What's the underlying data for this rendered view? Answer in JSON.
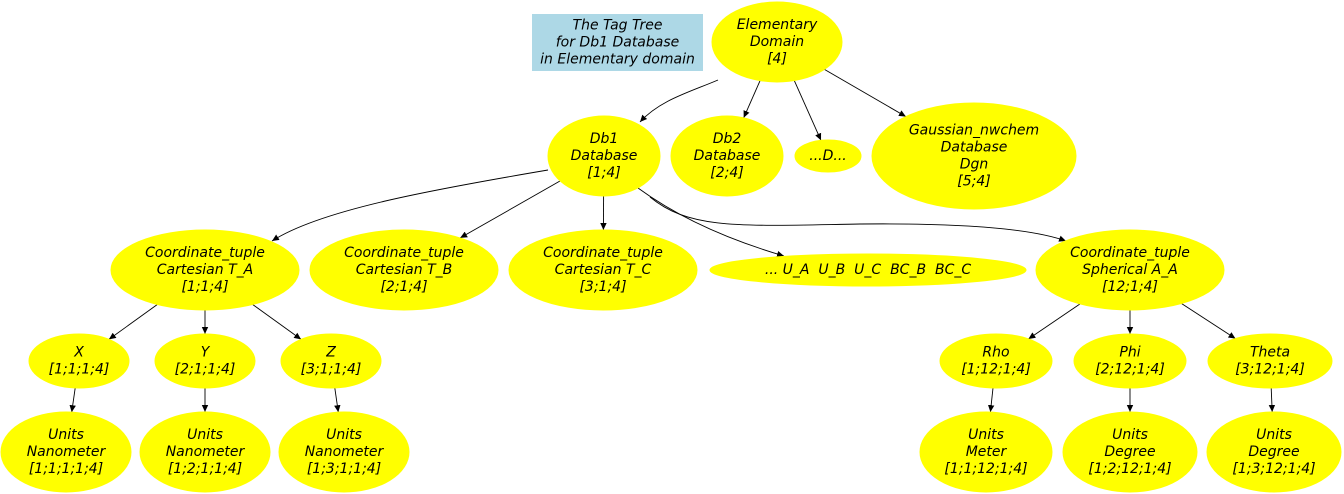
{
  "title": {
    "lines": [
      "The Tag Tree",
      "for Db1 Database",
      "in Elementary domain"
    ],
    "bg_color": "#add8e6"
  },
  "node_color": "#ffff00",
  "nodes": [
    {
      "id": "elementary-domain",
      "lines": [
        "Elementary",
        "Domain",
        "[4]"
      ]
    },
    {
      "id": "db1-database",
      "lines": [
        "Db1",
        "Database",
        "[1;4]"
      ]
    },
    {
      "id": "db2-database",
      "lines": [
        "Db2",
        "Database",
        "[2;4]"
      ]
    },
    {
      "id": "ellipsis-d",
      "lines": [
        "...D..."
      ]
    },
    {
      "id": "gaussian-nwchem-database",
      "lines": [
        "Gaussian_nwchem",
        "Database",
        "Dgn",
        "[5;4]"
      ]
    },
    {
      "id": "coordinate-tuple-cartesian-t-a",
      "lines": [
        "Coordinate_tuple",
        "Cartesian T_A",
        "[1;1;4]"
      ]
    },
    {
      "id": "coordinate-tuple-cartesian-t-b",
      "lines": [
        "Coordinate_tuple",
        "Cartesian T_B",
        "[2;1;4]"
      ]
    },
    {
      "id": "coordinate-tuple-cartesian-t-c",
      "lines": [
        "Coordinate_tuple",
        "Cartesian T_C",
        "[3;1;4]"
      ]
    },
    {
      "id": "others-u-a-u-b-u-c-bc-b-bc-c",
      "lines": [
        "... U_A  U_B  U_C  BC_B  BC_C"
      ]
    },
    {
      "id": "coordinate-tuple-spherical-a-a",
      "lines": [
        "Coordinate_tuple",
        "Spherical A_A",
        "[12;1;4]"
      ]
    },
    {
      "id": "x",
      "lines": [
        "X",
        "[1;1;1;4]"
      ]
    },
    {
      "id": "y",
      "lines": [
        "Y",
        "[2;1;1;4]"
      ]
    },
    {
      "id": "z",
      "lines": [
        "Z",
        "[3;1;1;4]"
      ]
    },
    {
      "id": "rho",
      "lines": [
        "Rho",
        "[1;12;1;4]"
      ]
    },
    {
      "id": "phi",
      "lines": [
        "Phi",
        "[2;12;1;4]"
      ]
    },
    {
      "id": "theta",
      "lines": [
        "Theta",
        "[3;12;1;4]"
      ]
    },
    {
      "id": "units-nanometer-x",
      "lines": [
        "Units",
        "Nanometer",
        "[1;1;1;1;4]"
      ]
    },
    {
      "id": "units-nanometer-y",
      "lines": [
        "Units",
        "Nanometer",
        "[1;2;1;1;4]"
      ]
    },
    {
      "id": "units-nanometer-z",
      "lines": [
        "Units",
        "Nanometer",
        "[1;3;1;1;4]"
      ]
    },
    {
      "id": "units-meter-rho",
      "lines": [
        "Units",
        "Meter",
        "[1;1;12;1;4]"
      ]
    },
    {
      "id": "units-degree-phi",
      "lines": [
        "Units",
        "Degree",
        "[1;2;12;1;4]"
      ]
    },
    {
      "id": "units-degree-theta",
      "lines": [
        "Units",
        "Degree",
        "[1;3;12;1;4]"
      ]
    }
  ],
  "edges": [
    [
      "elementary-domain",
      "db1-database"
    ],
    [
      "elementary-domain",
      "db2-database"
    ],
    [
      "elementary-domain",
      "ellipsis-d"
    ],
    [
      "elementary-domain",
      "gaussian-nwchem-database"
    ],
    [
      "db1-database",
      "coordinate-tuple-cartesian-t-a"
    ],
    [
      "db1-database",
      "coordinate-tuple-cartesian-t-b"
    ],
    [
      "db1-database",
      "coordinate-tuple-cartesian-t-c"
    ],
    [
      "db1-database",
      "others-u-a-u-b-u-c-bc-b-bc-c"
    ],
    [
      "db1-database",
      "coordinate-tuple-spherical-a-a"
    ],
    [
      "coordinate-tuple-cartesian-t-a",
      "x"
    ],
    [
      "coordinate-tuple-cartesian-t-a",
      "y"
    ],
    [
      "coordinate-tuple-cartesian-t-a",
      "z"
    ],
    [
      "coordinate-tuple-spherical-a-a",
      "rho"
    ],
    [
      "coordinate-tuple-spherical-a-a",
      "phi"
    ],
    [
      "coordinate-tuple-spherical-a-a",
      "theta"
    ],
    [
      "x",
      "units-nanometer-x"
    ],
    [
      "y",
      "units-nanometer-y"
    ],
    [
      "z",
      "units-nanometer-z"
    ],
    [
      "rho",
      "units-meter-rho"
    ],
    [
      "phi",
      "units-degree-phi"
    ],
    [
      "theta",
      "units-degree-theta"
    ]
  ]
}
